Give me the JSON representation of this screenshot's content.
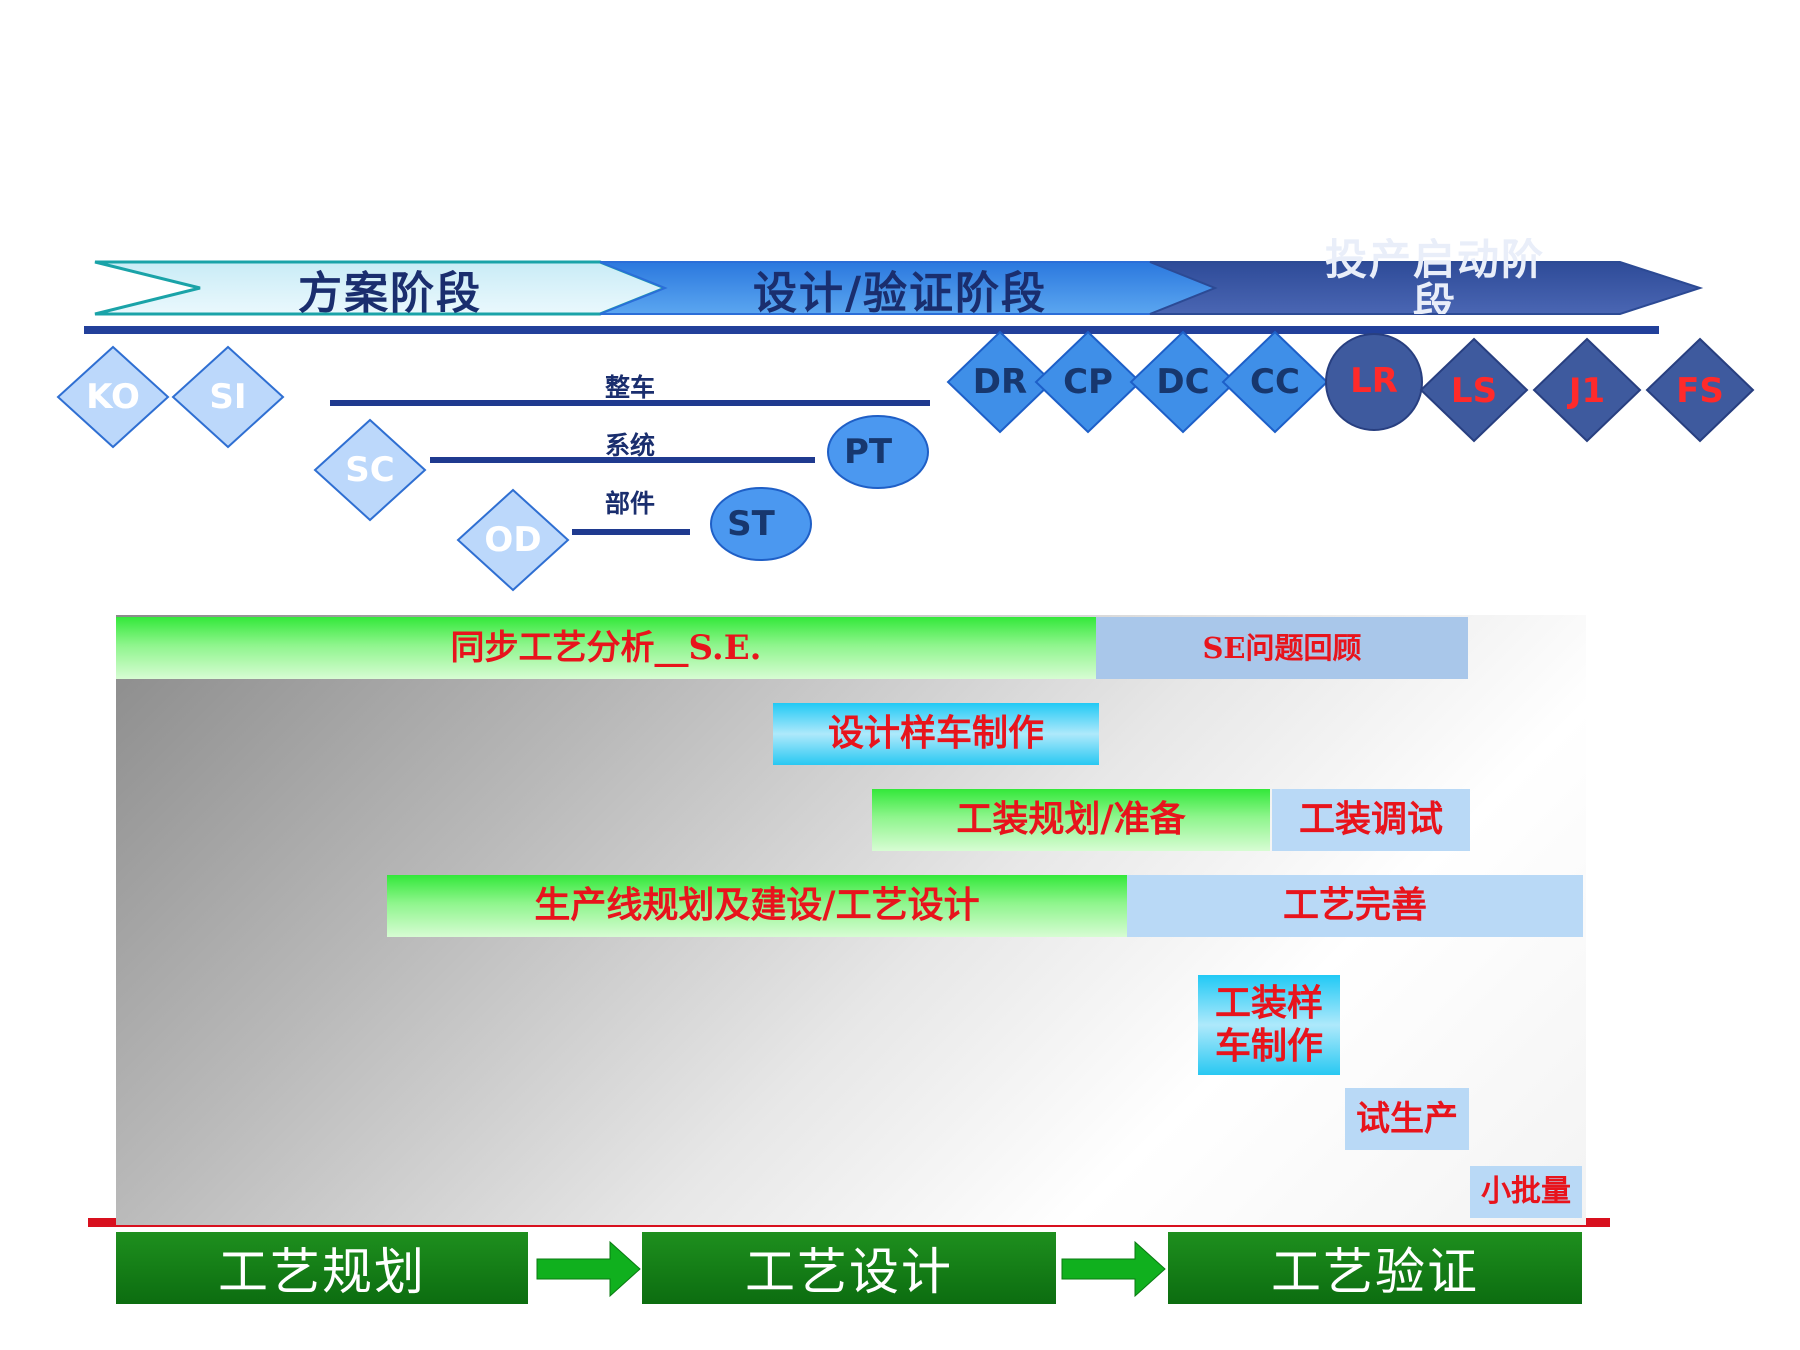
{
  "phases": [
    {
      "label": "方案阶段"
    },
    {
      "label": "设计/验证阶段"
    },
    {
      "label": "投产启动阶段"
    }
  ],
  "milestones": {
    "ko": "KO",
    "si": "SI",
    "sc": "SC",
    "od": "OD",
    "pt": "PT",
    "st": "ST",
    "dr": "DR",
    "cp": "CP",
    "dc": "DC",
    "cc": "CC",
    "lr": "LR",
    "ls": "LS",
    "j1": "J1",
    "fs": "FS"
  },
  "levels": {
    "vehicle": "整车",
    "system": "系统",
    "part": "部件"
  },
  "activities": {
    "se_analysis": "同步工艺分析__S.E.",
    "se_review": "SE问题回顾",
    "design_sample": "设计样车制作",
    "tooling_plan": "工装规划/准备",
    "tooling_debug": "工装调试",
    "line_plan": "生产线规划及建设/工艺设计",
    "process_refine": "工艺完善",
    "tooling_sample": "工装样车制作",
    "trial_production": "试生产",
    "small_batch": "小批量"
  },
  "steps": [
    "工艺规划",
    "工艺设计",
    "工艺验证"
  ],
  "colors": {
    "phase1": "#d8eef8",
    "phase2": "#3f90e6",
    "phase3": "#3d5aa8",
    "milestone_light": "#bcd8fb",
    "milestone_mid": "#3f8fe8",
    "milestone_dark": "#3e5a9e",
    "activity_text": "#e8141c",
    "step_green": "#12781a",
    "red_line": "#d8101e"
  }
}
